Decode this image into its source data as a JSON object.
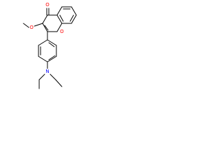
{
  "atoms": {
    "carbonyl_oxygen": {
      "label": "O",
      "color": "#ff0000"
    },
    "ring_oxygen": {
      "label": "O",
      "color": "#ff0000"
    },
    "methoxy_oxygen": {
      "label": "O",
      "color": "#ff0000"
    },
    "amine_nitrogen": {
      "label": "N",
      "color": "#0000ff"
    }
  },
  "colors": {
    "bond": "#000000",
    "background": "#ffffff"
  }
}
